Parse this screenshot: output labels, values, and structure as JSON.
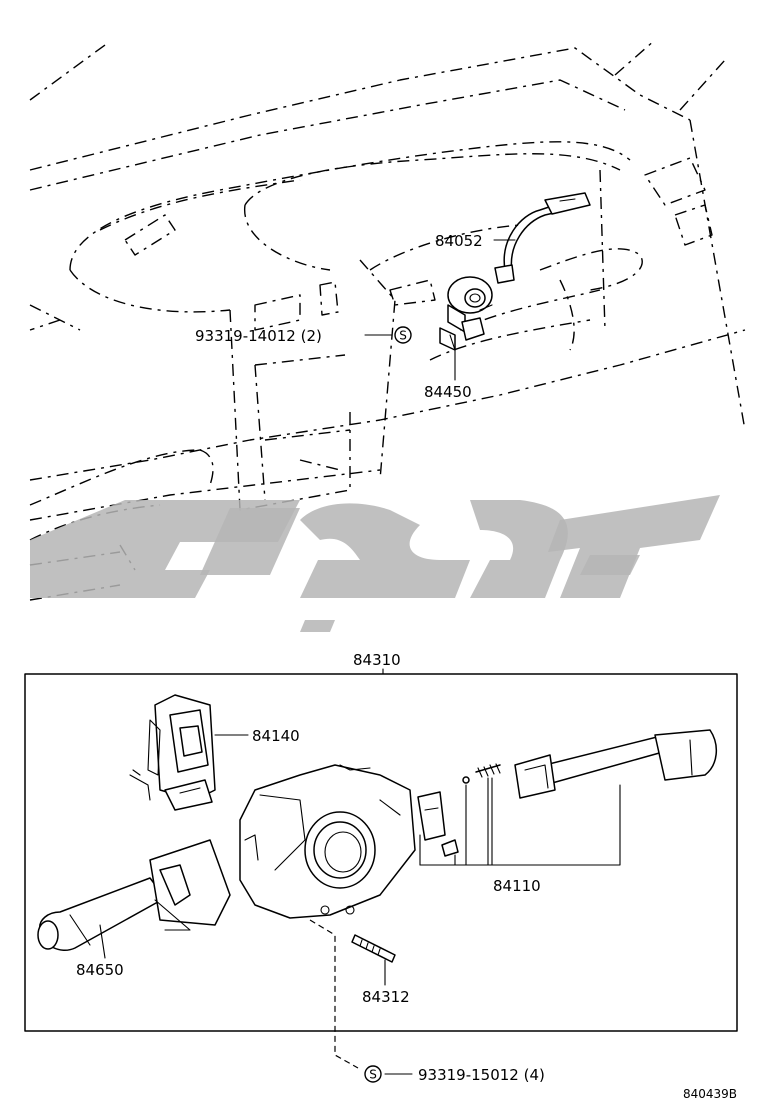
{
  "parts": {
    "p84052": "84052",
    "p93319_14012": "93319-14012 (2)",
    "p84450": "84450",
    "p84310": "84310",
    "p84140": "84140",
    "p84110": "84110",
    "p84650": "84650",
    "p84312": "84312",
    "p93319_15012": "93319-15012 (4)"
  },
  "symbols": {
    "s_top": "S",
    "s_bottom": "S"
  },
  "diagram_code": "840439B"
}
